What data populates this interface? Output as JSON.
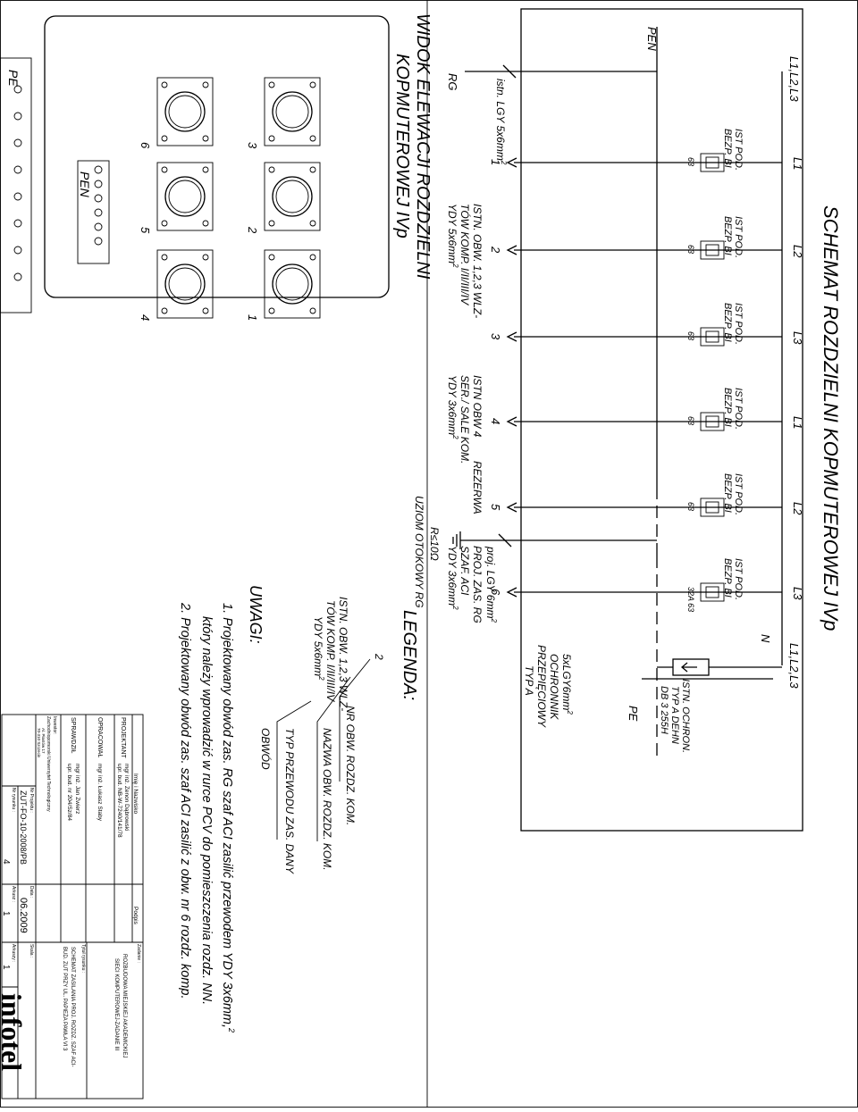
{
  "main_title": "SCHEMAT ROZDZIELNI KOPMUTEROWEJ IVp",
  "bus": {
    "pen_left": "PEN",
    "rg": "RG",
    "feed_left": "L1,L2,L3",
    "feed_right": "L1,L2,L3",
    "n": "N",
    "pe": "PE",
    "supply_cable": "istn.  LGY 5x6mm",
    "supply_cable_sup": "2"
  },
  "circuits": [
    {
      "no": "1",
      "phase": "L1",
      "breaker_line1": "IST POD.",
      "breaker_line2": "BEZP. BI",
      "rating": "63",
      "name": [],
      "cable_sup": ""
    },
    {
      "no": "2",
      "phase": "L2",
      "breaker_line1": "IST POD.",
      "breaker_line2": "BEZP. BI",
      "rating": "63",
      "name": [
        "ISTN. OBW. 1,2,3 WLZ-",
        "TÓW  KOMP. I/II/III/IV",
        "YDY 5x6mm"
      ],
      "cable_sup": "2"
    },
    {
      "no": "3",
      "phase": "L3",
      "breaker_line1": "IST POD.",
      "breaker_line2": "BEZP. BI",
      "rating": "63",
      "name": [],
      "cable_sup": ""
    },
    {
      "no": "4",
      "phase": "L1",
      "breaker_line1": "IST POD.",
      "breaker_line2": "BEZP. BI",
      "rating": "63",
      "name": [
        "ISTN OBW 4",
        "SER./ SALE KOM.",
        "YDY 3x6mm"
      ],
      "cable_sup": "2"
    },
    {
      "no": "5",
      "phase": "L2",
      "breaker_line1": "IST POD.",
      "breaker_line2": "BEZP. BI",
      "rating": "63",
      "name": [
        "REZERWA"
      ],
      "cable_sup": ""
    },
    {
      "no": "6",
      "phase": "L3",
      "breaker_line1": "IST POD.",
      "breaker_line2": "BEZP. BI",
      "rating": "32A 63",
      "name": [
        "PROJ. ZAS. RG",
        "SZAF. ACI",
        "YDY 3x6mm"
      ],
      "cable_sup": "2"
    }
  ],
  "earthing": {
    "cable": "proj. LGY 6mm",
    "cable_sup": "2",
    "resistance": "R≤10Ω",
    "electrode": "UZIOM OTOKOWY RG"
  },
  "surge": {
    "label1": "ISTN. OCHRON.",
    "label2": "TYP A DEHN",
    "label3": "DB 3 255H",
    "spd1": "5xLGY6mm",
    "spd1_sup": "2",
    "spd2": "OCHRONNIK",
    "spd3": "PRZEPIĘCIOWY",
    "spd4": "TYP A"
  },
  "elevation": {
    "title1": "WIDOK ELEWACJI ROZDZIELNI",
    "title2": "KOPMUTEROWEJ IVp",
    "sockets": [
      "1",
      "2",
      "3",
      "4",
      "5",
      "6"
    ],
    "pen": "PEN",
    "pe": "PE"
  },
  "legend": {
    "title": "LEGENDA:",
    "example_no": "2",
    "example_line1": "ISTN. OBW. 1,2,3 WLZ-",
    "example_line2": "TÓW  KOMP. I/II/III/IV",
    "example_line3": "YDY 5x6mm",
    "example_sup": "2",
    "nr": "NR OBW. ROZDZ. KOM.",
    "nazwa": "NAZWA OBW. ROZDZ. KOM.",
    "typ1": "TYP PRZEWODU ZAS. DANY",
    "typ2": "OBWÓD"
  },
  "notes": {
    "title": "UWAGI:",
    "note1a": "1. Projektowany obwód zas. RG szaf ACI zasilić przewodem YDY 3x6mm,",
    "note1_sup": "2",
    "note1b": "który należy wprowadzić w rurce PCV do pomieszczenia rozdz. NN.",
    "note2": "2. Projektowany obwód zas. szaf ACI zasilić  z obw. nr 6 rozdz. komp."
  },
  "title_block": {
    "col_name": "Imię i Nazwisko",
    "col_sign": "Podpis",
    "projektant": "PROJEKTANT",
    "projektant_name1": "mgr inż. Zenon Dąbrowski",
    "projektant_name2": "upr. bud. NB-W-7240/141/78",
    "opracowal": "OPRACOWAŁ",
    "opracowal_name": "mgr inż. Łukasz Staby",
    "sprawdzil": "SPRAWDZIŁ",
    "sprawdzil_name1": "mgr inż. Jan Zwierz",
    "sprawdzil_name2": "upr. bud. nr 204/Sz/84",
    "inwestor_label": "Inwestor:",
    "inwestor": "Zachodniopomorski Uniwersytet Technologiczny",
    "inwestor_addr1": "Al. Piastów 17",
    "inwestor_addr2": "70-310 Szczecin",
    "project_no_label": "Nr Projektu :",
    "project_no": "ZUT-FO-10-2008/PB",
    "data_label": "Data :",
    "data": "06.2009",
    "rysunek_label": "Nr rysunku :",
    "rysunek": "4",
    "arkusz_label": "Arkusz :",
    "arkusz": "1",
    "arkuszy_label": "Arkuszy :",
    "arkuszy": "1",
    "skala_label": "Skala :",
    "zadanie_label": "Zadanie :",
    "zadanie1": "ROZBUDOWA MIEJSKIEJ AKADEMICKIEJ",
    "zadanie2": "SIECI KOMPUTEROWEJ-ZADANIE III",
    "tytul_label": "Tytuł rysunku :",
    "tytul1": "SCHEMAT ZASILANIA PROJ. ROZDZ. SZAF ACI-",
    "tytul2": "BUD. ZUT PRZY UL. PAPIEŻA PAWŁA VI 3",
    "logo": "infotel"
  }
}
